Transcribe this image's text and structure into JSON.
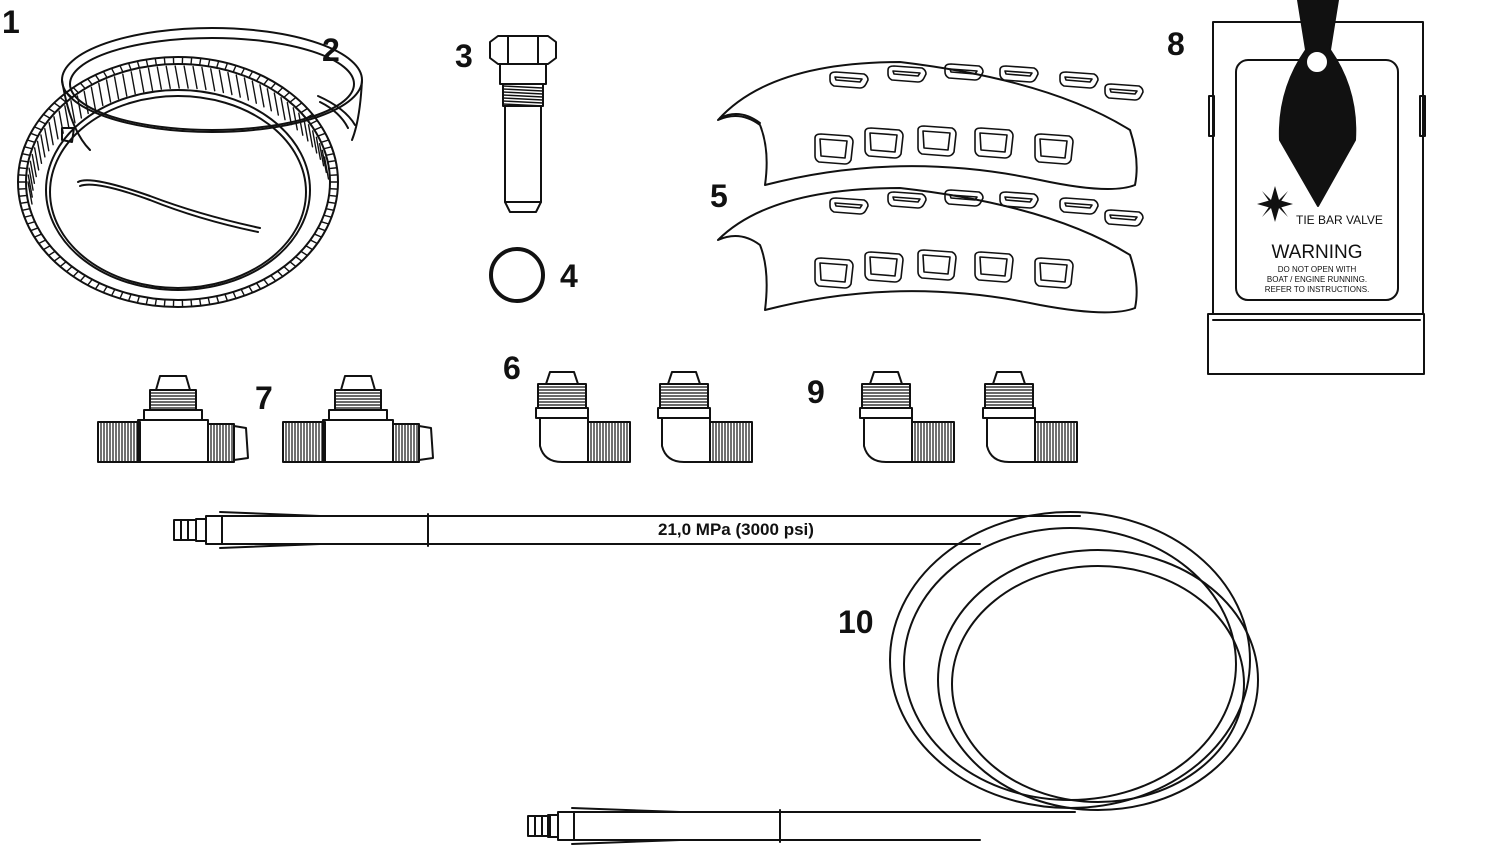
{
  "callouts": {
    "c1": "1",
    "c2": "2",
    "c3": "3",
    "c4": "4",
    "c5": "5",
    "c6": "6",
    "c7": "7",
    "c8": "8",
    "c9": "9",
    "c10": "10"
  },
  "hose": {
    "pressure_label": "21,0 MPa (3000 psi)"
  },
  "tag": {
    "brand_text": "TIE BAR VALVE",
    "warning_title": "WARNING",
    "warning_line1": "DO NOT OPEN WITH",
    "warning_line2": "BOAT / ENGINE RUNNING.",
    "warning_line3": "REFER TO INSTRUCTIONS."
  },
  "colors": {
    "line": "#111111",
    "background": "#ffffff",
    "fill_dark": "#111111"
  },
  "icons": [
    "nut-ring-icon",
    "threaded-adapter-icon",
    "valve-pin-icon",
    "o-ring-icon",
    "clamp-half-icon",
    "elbow-fitting-icon",
    "tee-fitting-icon",
    "warning-tag-icon",
    "hose-icon"
  ]
}
